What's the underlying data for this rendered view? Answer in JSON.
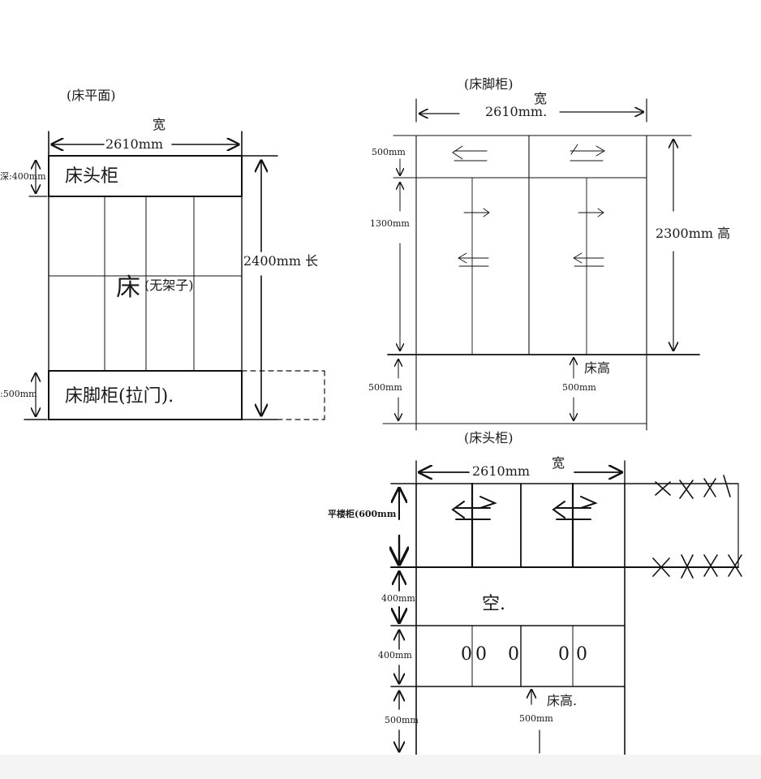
{
  "plan": {
    "title": "(床平面)",
    "width_label": "2610mm",
    "width_word": "宽",
    "headboard_depth_label": "深:400mm",
    "headboard_label": "床头柜",
    "length_label": "2400mm 长",
    "bed_label": "床",
    "bed_note": "(无架子)",
    "foot_depth_label": ":500mm",
    "foot_label": "床脚柜(拉门)."
  },
  "foot_elev": {
    "title": "(床脚柜)",
    "width_label": "2610mm.",
    "width_word": "宽",
    "top_h_label": "500mm",
    "mid_h_label": "1300mm",
    "height_label": "2300mm 高",
    "bed_h_label": "500mm",
    "bed_height_word": "床高",
    "bed_height_value": "500mm"
  },
  "head_elev": {
    "title": "(床头柜)",
    "width_label": "2610mm",
    "width_word": "宽",
    "top_label": "平楼柜(600mm",
    "empty_h_label": "400mm",
    "empty_label": "空.",
    "drawer_h_label": "400mm",
    "drawer_marks": [
      "0",
      "0",
      "0",
      "0",
      "0"
    ],
    "bed_h_label": "500mm",
    "bed_height_word": "床高.",
    "bed_height_value": "500mm"
  }
}
